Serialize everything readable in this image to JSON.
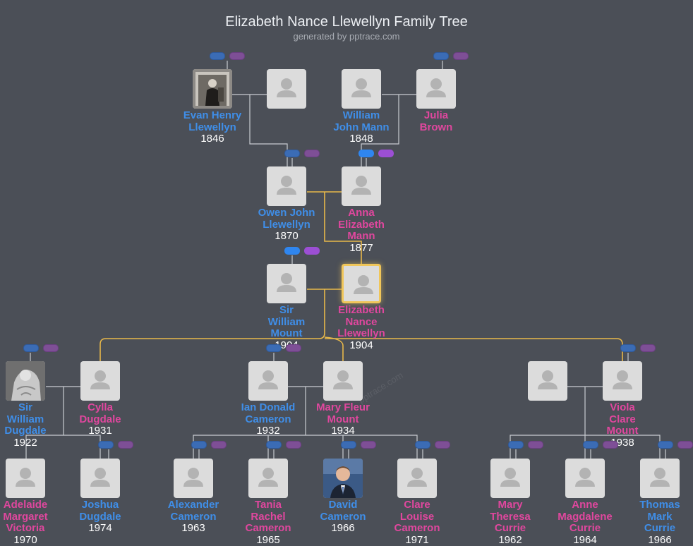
{
  "title": "Elizabeth Nance Llewellyn Family Tree",
  "subtitle": "generated by pptrace.com",
  "watermark": "pptrace.com",
  "colors": {
    "background": "#4b4f57",
    "male": "#3f8ee8",
    "female": "#e0479e",
    "focus_line": "#e8b84a",
    "line": "#c9ccd1"
  },
  "people": [
    {
      "id": "evan",
      "name_lines": [
        "Evan Henry",
        "Llewellyn"
      ],
      "year": "1846",
      "gender": "male",
      "photo": "vintage-portrait"
    },
    {
      "id": "evan_spouse",
      "name_lines": [],
      "year": "",
      "gender": "none",
      "photo": "none"
    },
    {
      "id": "william_mann",
      "name_lines": [
        "William",
        "John Mann"
      ],
      "year": "1848",
      "gender": "male",
      "photo": "none"
    },
    {
      "id": "julia",
      "name_lines": [
        "Julia",
        "Brown"
      ],
      "year": "",
      "gender": "female",
      "photo": "none"
    },
    {
      "id": "owen",
      "name_lines": [
        "Owen John",
        "Llewellyn"
      ],
      "year": "1870",
      "gender": "male",
      "photo": "none"
    },
    {
      "id": "anna",
      "name_lines": [
        "Anna",
        "Elizabeth",
        "Mann"
      ],
      "year": "1877",
      "gender": "female",
      "photo": "none"
    },
    {
      "id": "sir_william_mount",
      "name_lines": [
        "Sir",
        "William",
        "Mount"
      ],
      "year": "1904",
      "gender": "male",
      "photo": "none"
    },
    {
      "id": "elizabeth",
      "name_lines": [
        "Elizabeth",
        "Nance",
        "Llewellyn"
      ],
      "year": "1904",
      "gender": "female",
      "photo": "none",
      "focus": true
    },
    {
      "id": "sir_william_dugdale",
      "name_lines": [
        "Sir",
        "William",
        "Dugdale"
      ],
      "year": "1922",
      "gender": "male",
      "photo": "statue"
    },
    {
      "id": "cylla",
      "name_lines": [
        "Cylla",
        "Dugdale"
      ],
      "year": "1931",
      "gender": "female",
      "photo": "none"
    },
    {
      "id": "ian",
      "name_lines": [
        "Ian Donald",
        "Cameron"
      ],
      "year": "1932",
      "gender": "male",
      "photo": "none"
    },
    {
      "id": "mary_fleur",
      "name_lines": [
        "Mary Fleur",
        "Mount"
      ],
      "year": "1934",
      "gender": "female",
      "photo": "none"
    },
    {
      "id": "viola_spouse",
      "name_lines": [],
      "year": "",
      "gender": "none",
      "photo": "none"
    },
    {
      "id": "viola",
      "name_lines": [
        "Viola",
        "Clare",
        "Mount"
      ],
      "year": "1938",
      "gender": "female",
      "photo": "none"
    },
    {
      "id": "adelaide",
      "name_lines": [
        "Adelaide",
        "Margaret",
        "Victoria"
      ],
      "year": "1970",
      "gender": "female",
      "photo": "none"
    },
    {
      "id": "joshua",
      "name_lines": [
        "Joshua",
        "Dugdale"
      ],
      "year": "1974",
      "gender": "male",
      "photo": "none"
    },
    {
      "id": "alexander",
      "name_lines": [
        "Alexander",
        "Cameron"
      ],
      "year": "1963",
      "gender": "male",
      "photo": "none"
    },
    {
      "id": "tania",
      "name_lines": [
        "Tania",
        "Rachel",
        "Cameron"
      ],
      "year": "1965",
      "gender": "female",
      "photo": "none"
    },
    {
      "id": "david",
      "name_lines": [
        "David",
        "Cameron"
      ],
      "year": "1966",
      "gender": "male",
      "photo": "modern-portrait"
    },
    {
      "id": "clare",
      "name_lines": [
        "Clare",
        "Louise",
        "Cameron"
      ],
      "year": "1971",
      "gender": "female",
      "photo": "none"
    },
    {
      "id": "mary_theresa",
      "name_lines": [
        "Mary",
        "Theresa",
        "Currie"
      ],
      "year": "1962",
      "gender": "female",
      "photo": "none"
    },
    {
      "id": "anne",
      "name_lines": [
        "Anne",
        "Magdalene",
        "Currie"
      ],
      "year": "1964",
      "gender": "female",
      "photo": "none"
    },
    {
      "id": "thomas",
      "name_lines": [
        "Thomas",
        "Mark",
        "Currie"
      ],
      "year": "1966",
      "gender": "male",
      "photo": "none"
    }
  ]
}
